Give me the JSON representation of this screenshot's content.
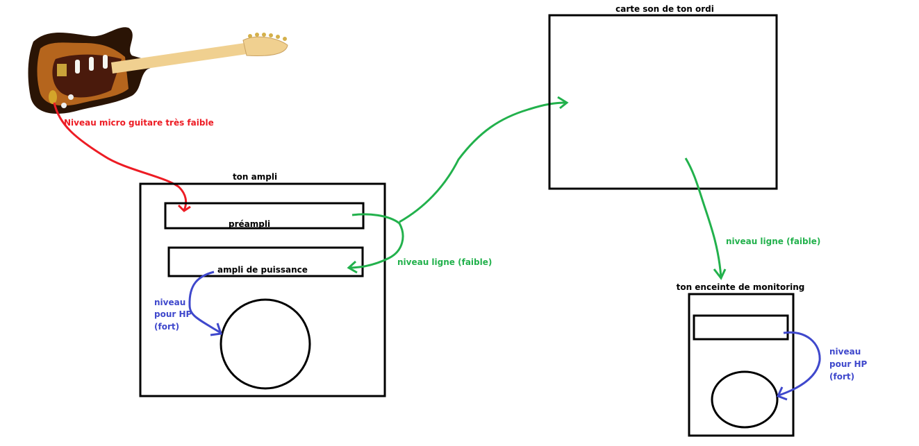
{
  "colors": {
    "red": "#ed1c24",
    "green": "#22b14c",
    "blue": "#3f48cc",
    "black": "#000000"
  },
  "guitar": {
    "icon": "electric-guitar-image",
    "label": "Niveau micro guitare très faible"
  },
  "amp": {
    "title": "ton ampli",
    "preamp_label": "préampli",
    "power_amp_label": "ampli de puissance",
    "speaker_label": [
      "niveau",
      "pour HP",
      "(fort)"
    ],
    "line_level_label": "niveau ligne (faible)"
  },
  "sound_card": {
    "title": "carte son de ton ordi",
    "line_level_label": "niveau ligne (faible)"
  },
  "monitor": {
    "title": "ton enceinte de monitoring",
    "speaker_label": [
      "niveau",
      "pour HP",
      "(fort)"
    ]
  }
}
